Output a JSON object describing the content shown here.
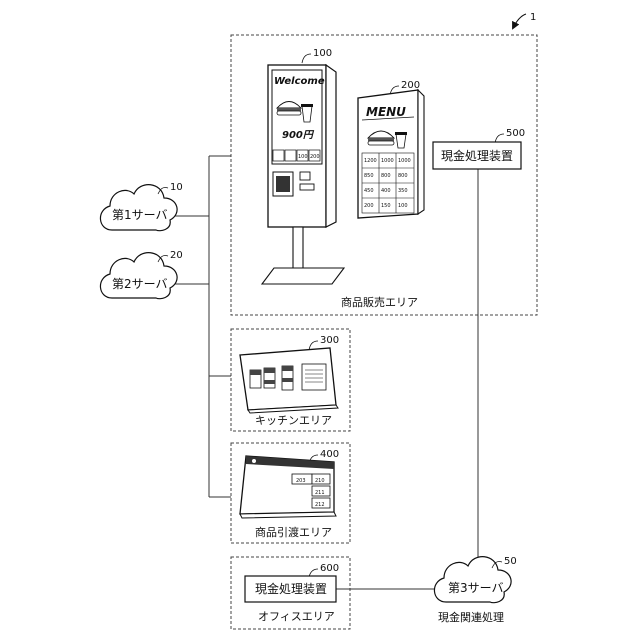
{
  "system_ref": "1",
  "servers": {
    "first": {
      "label": "第1サーバ",
      "ref": "10"
    },
    "second": {
      "label": "第2サーバ",
      "ref": "20"
    },
    "third": {
      "label": "第3サーバ",
      "ref": "50",
      "caption": "現金関連処理"
    }
  },
  "sales_area": {
    "label": "商品販売エリア",
    "kiosk": {
      "ref": "100",
      "welcome": "Welcome",
      "price": "900円",
      "tiles": [
        "100",
        "200"
      ]
    },
    "menu_board": {
      "ref": "200",
      "title": "MENU",
      "cells": [
        "1200",
        "1000",
        "1000",
        "850",
        "800",
        "800",
        "450",
        "400",
        "350",
        "200",
        "150",
        "100"
      ]
    },
    "cash_device": {
      "ref": "500",
      "label": "現金処理装置"
    }
  },
  "kitchen_area": {
    "label": "キッチンエリア",
    "ref": "300"
  },
  "pickup_area": {
    "label": "商品引渡エリア",
    "ref": "400",
    "tags": [
      "203",
      "210",
      "211",
      "212"
    ]
  },
  "office_area": {
    "label": "オフィスエリア",
    "ref": "600",
    "device_label": "現金処理装置"
  }
}
